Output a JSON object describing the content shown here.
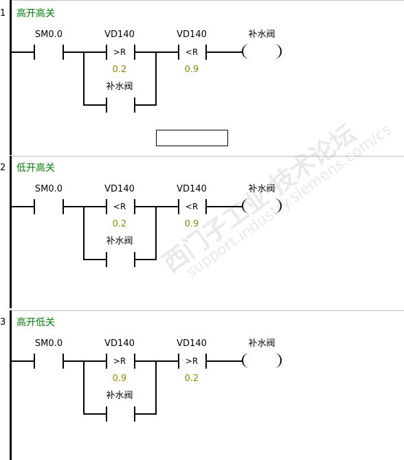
{
  "theme": {
    "title_color": "#008000",
    "value_color": "#8b8b00",
    "rail_color": "#000000"
  },
  "networks": [
    {
      "number": "1",
      "title": "高开高关",
      "contact": "SM0.0",
      "cmp1": {
        "addr": "VD140",
        "op": ">R",
        "value": "0.2"
      },
      "parallel": "补水阀",
      "cmp2": {
        "addr": "VD140",
        "op": "<R",
        "value": "0.9"
      },
      "coil": "补水阀"
    },
    {
      "number": "2",
      "title": "低开高关",
      "contact": "SM0.0",
      "cmp1": {
        "addr": "VD140",
        "op": "<R",
        "value": "0.2"
      },
      "parallel": "补水阀",
      "cmp2": {
        "addr": "VD140",
        "op": "<R",
        "value": "0.9"
      },
      "coil": "补水阀"
    },
    {
      "number": "3",
      "title": "高开低关",
      "contact": "SM0.0",
      "cmp1": {
        "addr": "VD140",
        "op": ">R",
        "value": "0.9"
      },
      "parallel": "补水阀",
      "cmp2": {
        "addr": "VD140",
        "op": ">R",
        "value": "0.2"
      },
      "coil": "补水阀"
    }
  ],
  "watermark": {
    "line1": "西门子工业 技术论坛",
    "line2": "support.industry.siemens.com/cs"
  }
}
